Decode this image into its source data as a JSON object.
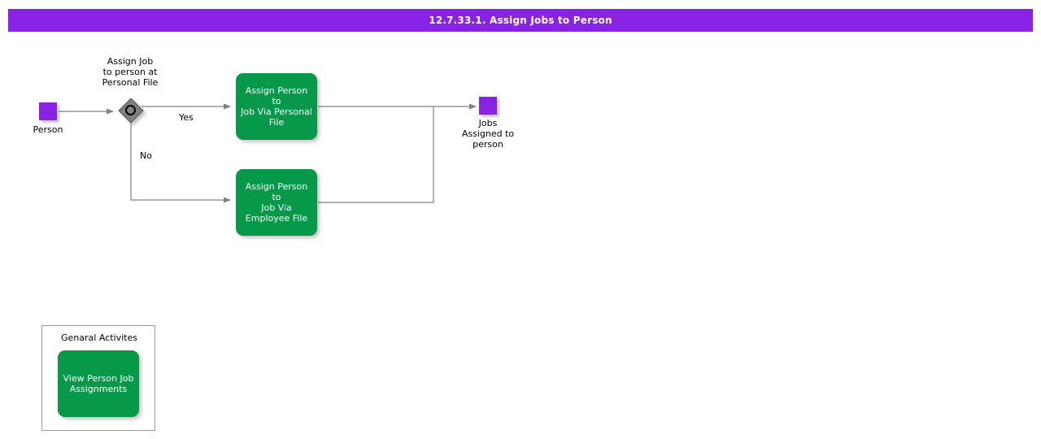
{
  "header": {
    "title": "12.7.33.1. Assign Jobs to Person",
    "bar_color": "#8A22E3",
    "text_color": "#FFFFFF"
  },
  "colors": {
    "event": "#8A22E3",
    "task": "#059949",
    "gateway": "#808080",
    "edge": "#808080",
    "group_border": "#999999"
  },
  "diagram": {
    "type": "bpmn-flowchart",
    "start_event": {
      "name": "person-start-event",
      "label": "Person"
    },
    "gateway": {
      "name": "personal-file-gateway",
      "label": "Assign Job\nto person at\nPersonal File",
      "kind": "inclusive"
    },
    "tasks": [
      {
        "name": "assign-person-to-job-via-personal-file",
        "label": "Assign Person to\nJob Via Personal\nFile"
      },
      {
        "name": "assign-person-to-job-via-employee-file",
        "label": "Assign Person to\nJob Via\nEmployee File"
      }
    ],
    "end_event": {
      "name": "jobs-assigned-end-event",
      "label": "Jobs\nAssigned to\nperson"
    },
    "edge_labels": {
      "yes": "Yes",
      "no": "No"
    }
  },
  "general_activities": {
    "title": "Genaral Activites",
    "items": [
      {
        "name": "view-person-job-assignments",
        "label": "View Person Job\nAssignments"
      }
    ]
  }
}
